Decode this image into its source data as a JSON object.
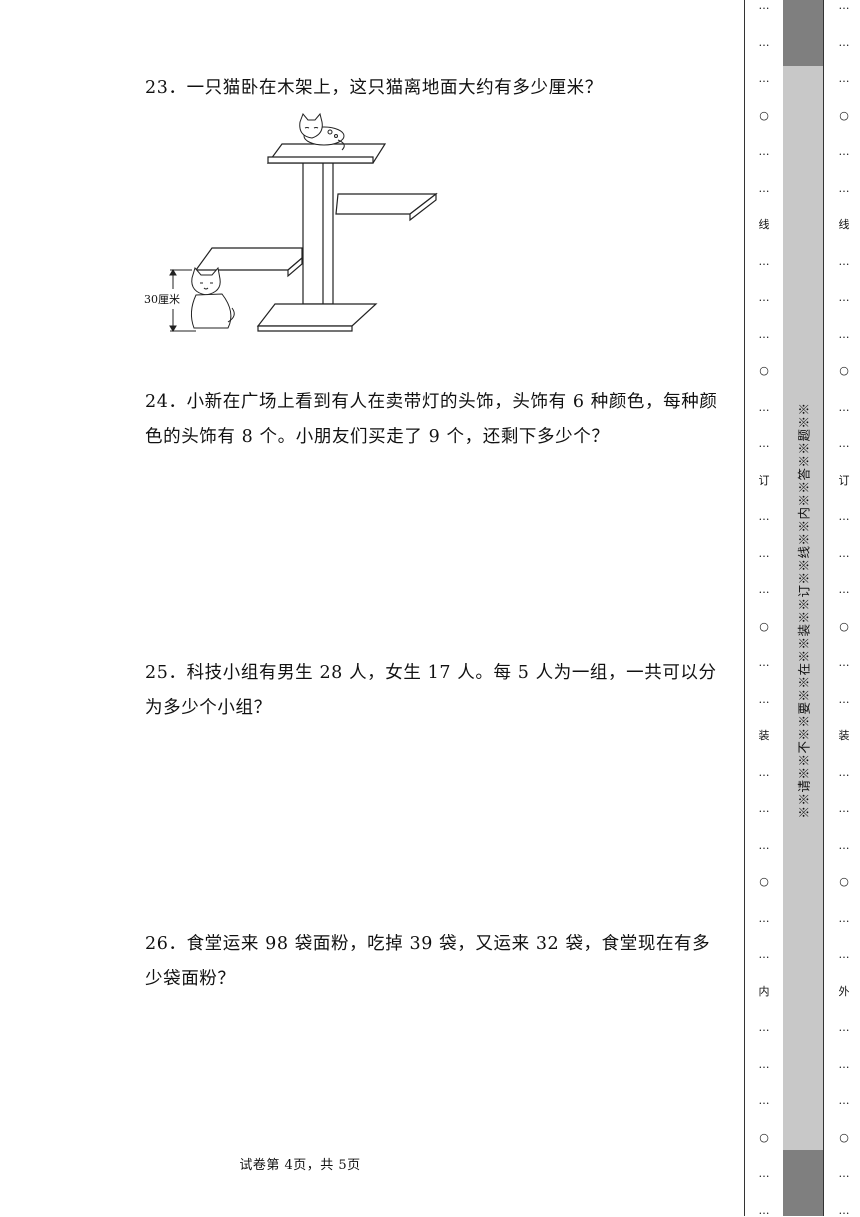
{
  "questions": [
    {
      "number": "23．",
      "text": "一只猫卧在木架上，这只猫离地面大约有多少厘米？"
    },
    {
      "number": "24．",
      "text": "小新在广场上看到有人在卖带灯的头饰，头饰有 6 种颜色，每种颜色的头饰有 8 个。小朋友们买走了 9 个，还剩下多少个？"
    },
    {
      "number": "25．",
      "text": "科技小组有男生 28 人，女生 17 人。每 5 人为一组，一共可以分为多少个小组？"
    },
    {
      "number": "26．",
      "text": "食堂运来 98 袋面粉，吃掉 39 袋，又运来 32 袋，食堂现在有多少袋面粉？"
    }
  ],
  "figure": {
    "height_label": "30厘米"
  },
  "footer": "试卷第 4页，共 5页",
  "binding_inner": {
    "line": "线",
    "ding": "订",
    "zhuang": "装",
    "side": "内"
  },
  "binding_outer": {
    "line": "线",
    "ding": "订",
    "zhuang": "装",
    "side": "外"
  },
  "warning_text": "※※请※※不※※要※※在※※装※※订※※线※※内※※答※※题※※"
}
